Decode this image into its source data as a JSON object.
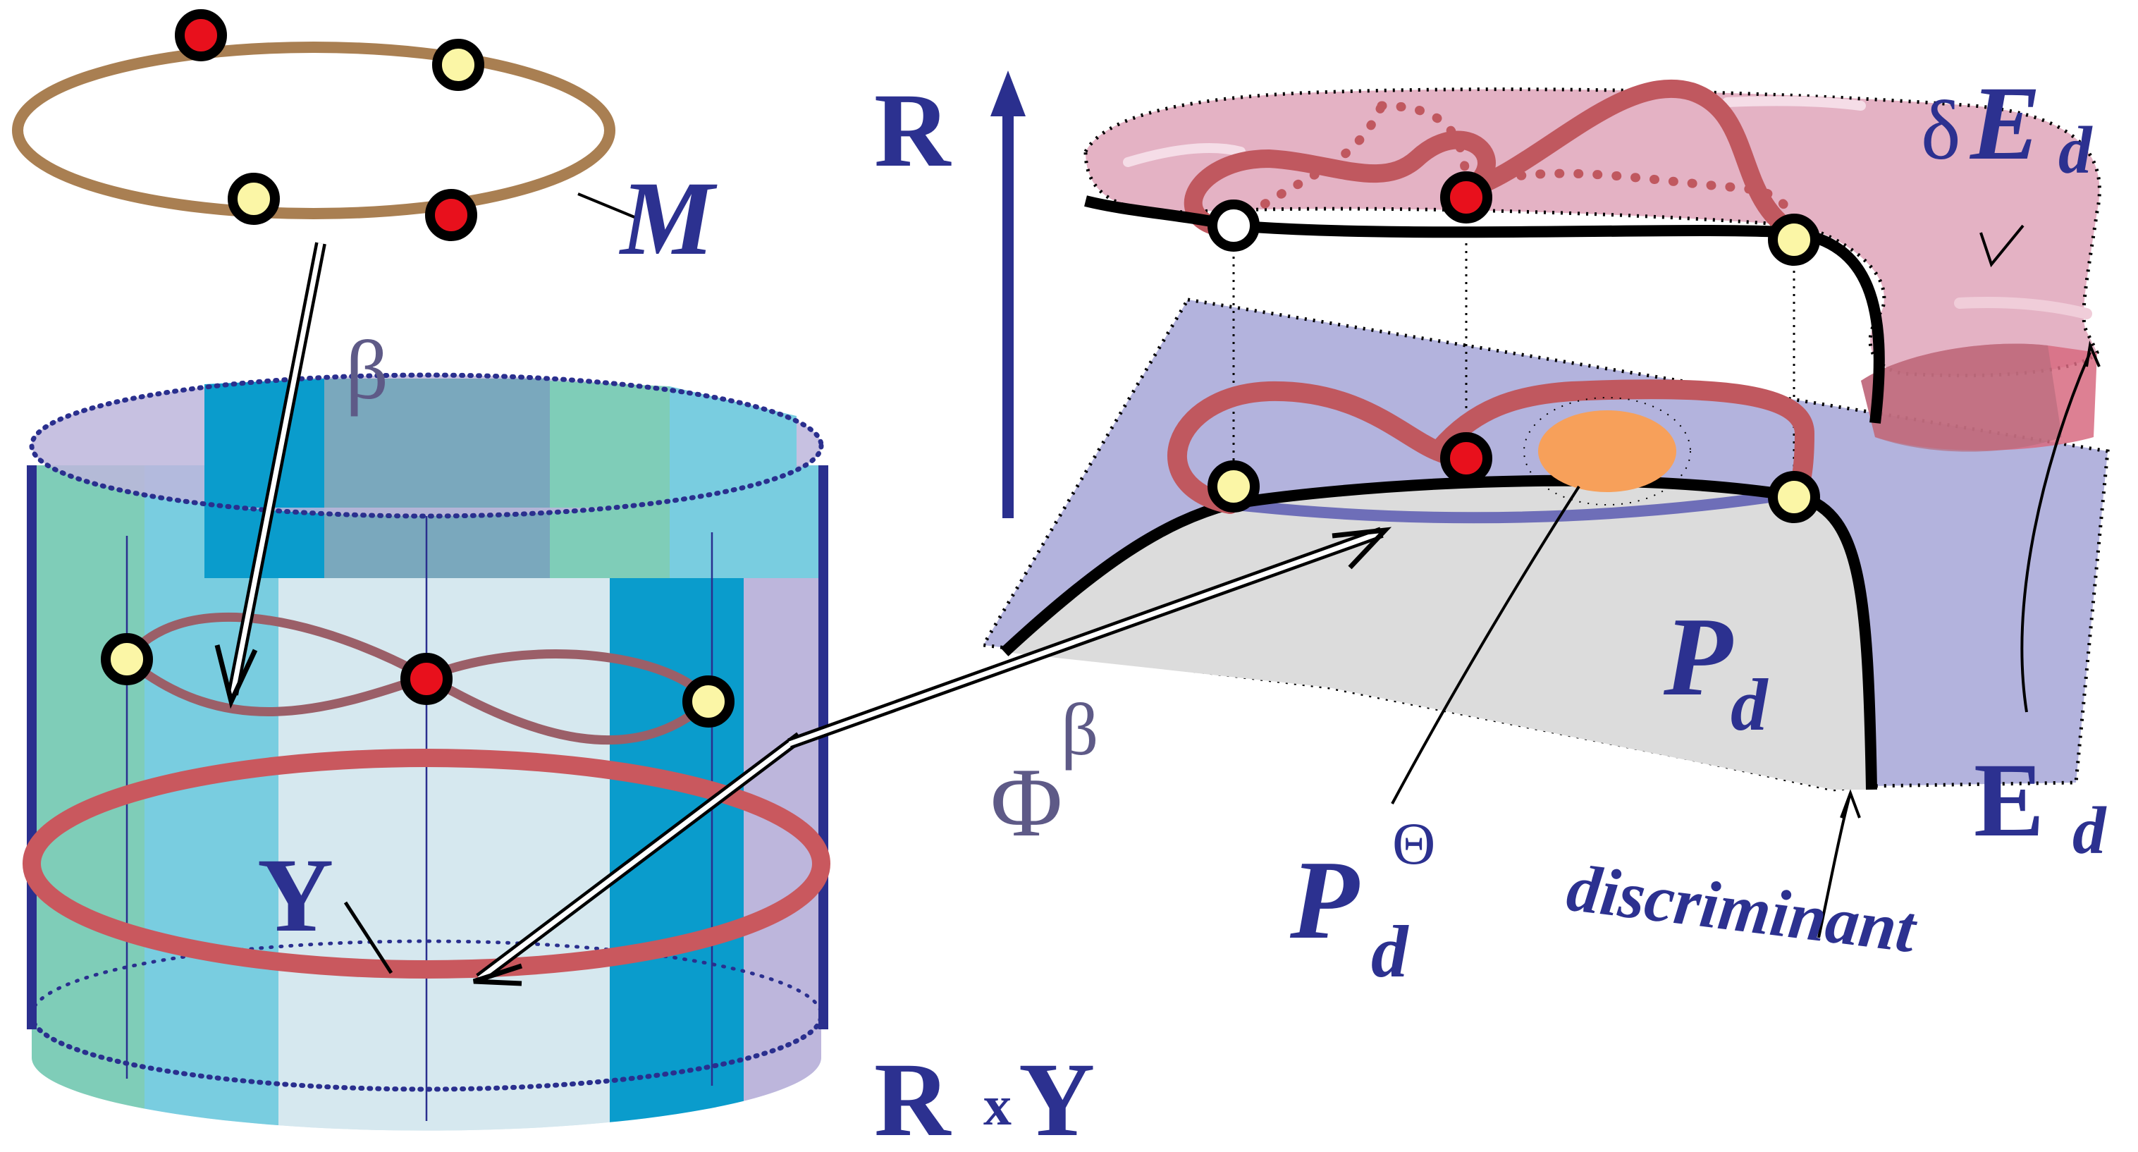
{
  "colors": {
    "label_blue": "#2c3190",
    "greek_slate": "#5e5a87",
    "loop_red": "#c0585f",
    "loop_brown": "#a97f52",
    "ring_red": "#c9585e",
    "figure8": "#9b5f68",
    "dot_red": "#e8101c",
    "dot_yellow": "#fbf6a6",
    "plane_lavender": "#b3b3dd",
    "gray_region": "#dcdcdc",
    "surface_pink": "#e4b2c4",
    "sun_orange": "#f7a05a",
    "cyl_cyan_light": "#79cde0",
    "cyl_cyan_dark": "#0a9ccc",
    "cyl_green": "#7fcdb8",
    "cyl_pale": "#d6e8ef",
    "cyl_lavender": "#bdb6dc",
    "axis_blue": "#2a2f8e"
  },
  "icons": {
    "axis_arrow": "arrow-up-icon",
    "map_arrow_beta": "double-arrow-down-icon",
    "map_arrow_phi": "double-arrow-diagonal-icon",
    "degenerate_region": "sun-blob-icon"
  },
  "labels": {
    "M": "M",
    "beta": "β",
    "R": "R",
    "deltaE_delta": "δ",
    "deltaE_E": "E",
    "deltaE_sub": "d",
    "Y": "Y",
    "RxY_R": "R",
    "RxY_x": "x",
    "RxY_Y": "Y",
    "Phi": "Φ",
    "Phi_sup": "β",
    "Pd_P": "P",
    "Pd_sub": "d",
    "PdTheta_P": "P",
    "PdTheta_sup": "Θ",
    "PdTheta_sub": "d",
    "Ed_E": "E",
    "Ed_sub": "d",
    "discriminant": "discriminant"
  }
}
